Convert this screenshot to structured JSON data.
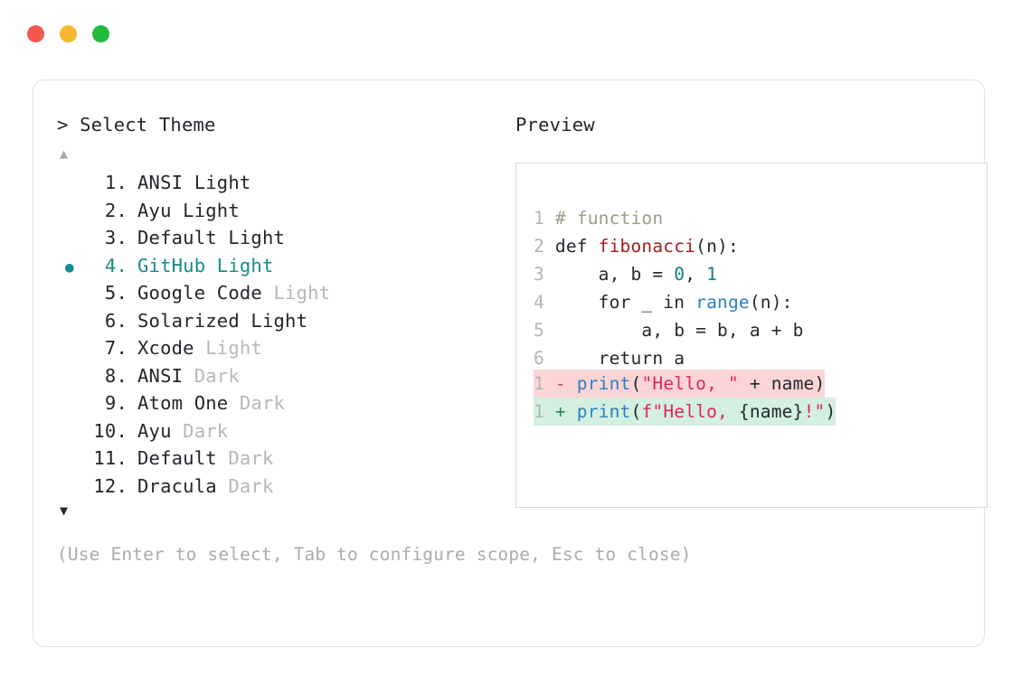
{
  "window": {
    "dots": [
      {
        "name": "close",
        "color": "#F1584F"
      },
      {
        "name": "minimize",
        "color": "#F5B82E"
      },
      {
        "name": "maximize",
        "color": "#22B93C"
      }
    ]
  },
  "selector": {
    "prompt": "> Select Theme",
    "scroll_up": "▲",
    "scroll_down": "▼",
    "selected_index": 4,
    "bullet": "●",
    "items": [
      {
        "num": "1.",
        "name": "ANSI",
        "variant": "Light",
        "variant_dim": false,
        "selected": false
      },
      {
        "num": "2.",
        "name": "Ayu",
        "variant": "Light",
        "variant_dim": false,
        "selected": false
      },
      {
        "num": "3.",
        "name": "Default",
        "variant": "Light",
        "variant_dim": false,
        "selected": false
      },
      {
        "num": "4.",
        "name": "GitHub",
        "variant": "Light",
        "variant_dim": false,
        "selected": true
      },
      {
        "num": "5.",
        "name": "Google Code",
        "variant": "Light",
        "variant_dim": true,
        "selected": false
      },
      {
        "num": "6.",
        "name": "Solarized",
        "variant": "Light",
        "variant_dim": false,
        "selected": false
      },
      {
        "num": "7.",
        "name": "Xcode",
        "variant": "Light",
        "variant_dim": true,
        "selected": false
      },
      {
        "num": "8.",
        "name": "ANSI",
        "variant": "Dark",
        "variant_dim": true,
        "selected": false
      },
      {
        "num": "9.",
        "name": "Atom One",
        "variant": "Dark",
        "variant_dim": true,
        "selected": false
      },
      {
        "num": "10.",
        "name": "Ayu",
        "variant": "Dark",
        "variant_dim": true,
        "selected": false
      },
      {
        "num": "11.",
        "name": "Default",
        "variant": "Dark",
        "variant_dim": true,
        "selected": false
      },
      {
        "num": "12.",
        "name": "Dracula",
        "variant": "Dark",
        "variant_dim": true,
        "selected": false
      }
    ],
    "hint": "(Use Enter to select, Tab to configure scope, Esc to close)"
  },
  "preview": {
    "title": "Preview",
    "code_lines": [
      {
        "ln": "1",
        "tokens": [
          {
            "t": " # function",
            "c": "comment"
          }
        ]
      },
      {
        "ln": "2",
        "tokens": [
          {
            "t": " def ",
            "c": "plain"
          },
          {
            "t": "fibonacci",
            "c": "func"
          },
          {
            "t": "(n):",
            "c": "plain"
          }
        ]
      },
      {
        "ln": "3",
        "tokens": [
          {
            "t": "     a, b = ",
            "c": "plain"
          },
          {
            "t": "0",
            "c": "num"
          },
          {
            "t": ", ",
            "c": "plain"
          },
          {
            "t": "1",
            "c": "num"
          }
        ]
      },
      {
        "ln": "4",
        "tokens": [
          {
            "t": "     for _ in ",
            "c": "plain"
          },
          {
            "t": "range",
            "c": "builtin"
          },
          {
            "t": "(n):",
            "c": "plain"
          }
        ]
      },
      {
        "ln": "5",
        "tokens": [
          {
            "t": "         a, b = b, a + b",
            "c": "plain"
          }
        ]
      },
      {
        "ln": "6",
        "tokens": [
          {
            "t": "     return a",
            "c": "plain"
          }
        ]
      }
    ],
    "diff_lines": [
      {
        "ln": "1",
        "mark": "-",
        "kind": "minus",
        "tokens": [
          {
            "t": " ",
            "c": "plain"
          },
          {
            "t": "print",
            "c": "builtin"
          },
          {
            "t": "(",
            "c": "plain"
          },
          {
            "t": "\"Hello, \"",
            "c": "string"
          },
          {
            "t": " + name)",
            "c": "plain"
          }
        ]
      },
      {
        "ln": "1",
        "mark": "+",
        "kind": "plus",
        "tokens": [
          {
            "t": " ",
            "c": "plain"
          },
          {
            "t": "print",
            "c": "builtin"
          },
          {
            "t": "(",
            "c": "plain"
          },
          {
            "t": "f\"Hello, ",
            "c": "string"
          },
          {
            "t": "{name}",
            "c": "plain"
          },
          {
            "t": "!\"",
            "c": "string"
          },
          {
            "t": ")",
            "c": "plain"
          }
        ]
      }
    ]
  },
  "colors": {
    "accent_teal": "#158C8C",
    "diff_add_bg": "#D3EFDF",
    "diff_del_bg": "#FBD5D5",
    "muted": "#B6B7BB",
    "text": "#22262B"
  }
}
